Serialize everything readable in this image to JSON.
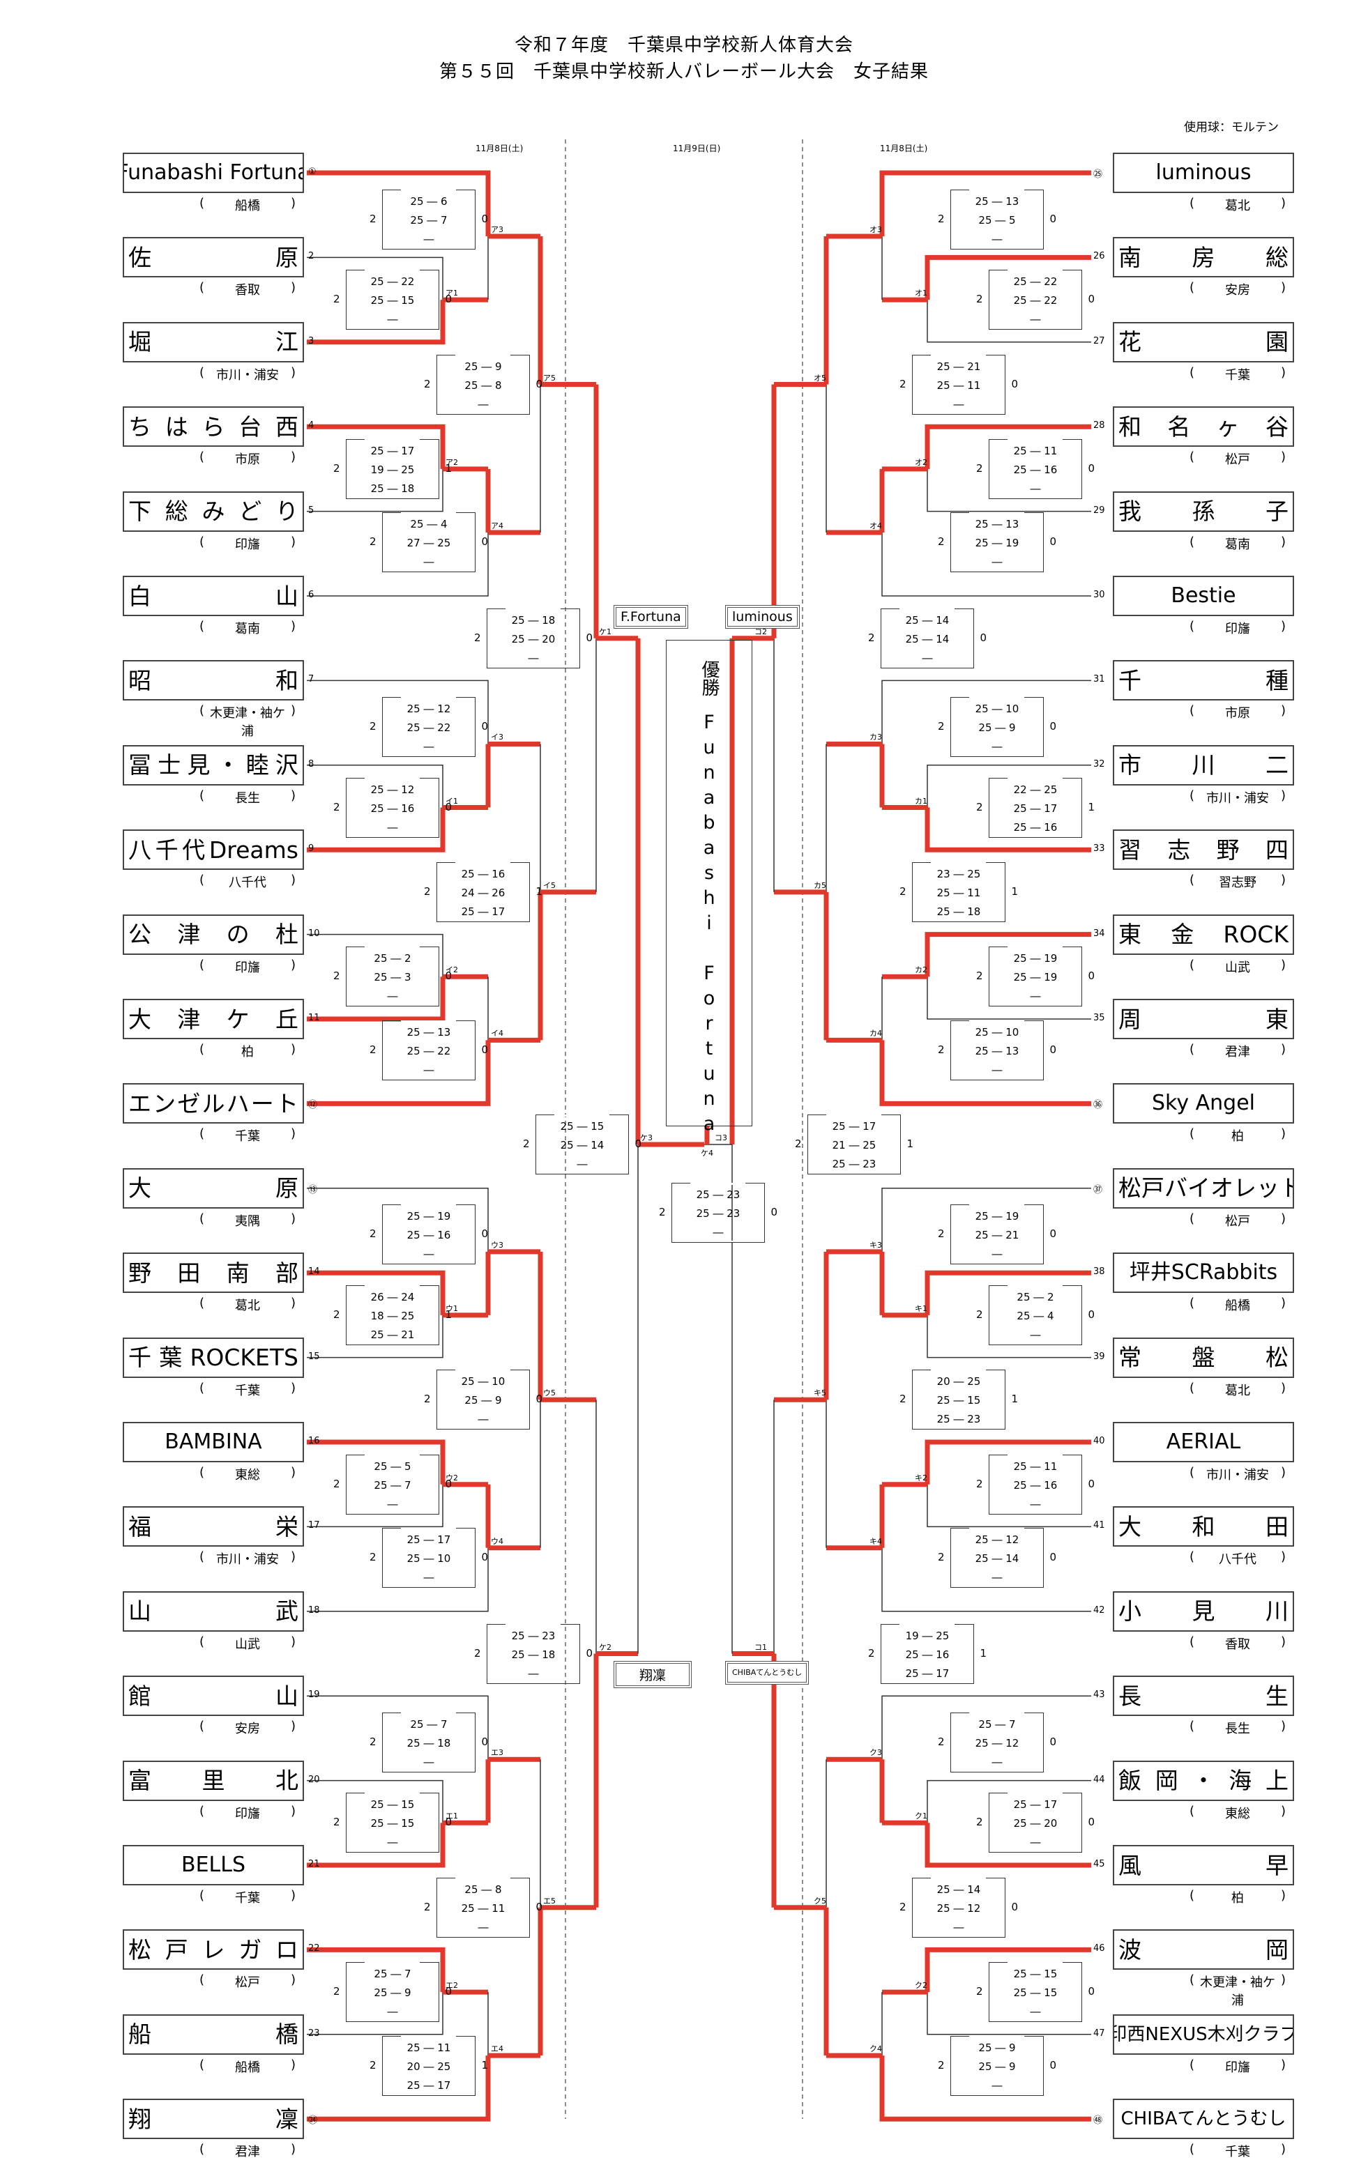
{
  "header": {
    "line1": "令和７年度　千葉県中学校新人体育大会",
    "line2": "第５５回　千葉県中学校新人バレーボール大会　女子結果",
    "ball": "使用球：モルテン",
    "dates": [
      "11月8日(土)",
      "11月9日(日)",
      "11月8日(土)"
    ]
  },
  "colors": {
    "winner_line": "#e0392b",
    "line": "#333333"
  },
  "teams": [
    {
      "seed": "①",
      "name": "Funabashi Fortuna",
      "region": "船橋",
      "style": "center"
    },
    {
      "seed": "2",
      "name": "佐原",
      "region": "香取"
    },
    {
      "seed": "3",
      "name": "堀江",
      "region": "市川・浦安"
    },
    {
      "seed": "4",
      "name": "ちはら台西",
      "region": "市原"
    },
    {
      "seed": "5",
      "name": "下総みどり",
      "region": "印旛"
    },
    {
      "seed": "6",
      "name": "白山",
      "region": "葛南"
    },
    {
      "seed": "7",
      "name": "昭和",
      "region": "木更津・袖ケ浦"
    },
    {
      "seed": "8",
      "name": "冨士見・睦沢",
      "region": "長生"
    },
    {
      "seed": "9",
      "name": "八千代Dreams",
      "region": "八千代"
    },
    {
      "seed": "10",
      "name": "公津の杜",
      "region": "印旛"
    },
    {
      "seed": "11",
      "name": "大津ケ丘",
      "region": "柏"
    },
    {
      "seed": "⑫",
      "name": "エンゼルハート",
      "region": "千葉"
    },
    {
      "seed": "⑬",
      "name": "大原",
      "region": "夷隅"
    },
    {
      "seed": "14",
      "name": "野田南部",
      "region": "葛北"
    },
    {
      "seed": "15",
      "name": "千葉ROCKETS",
      "region": "千葉"
    },
    {
      "seed": "16",
      "name": "BAMBINA",
      "region": "東総",
      "style": "center"
    },
    {
      "seed": "17",
      "name": "福栄",
      "region": "市川・浦安"
    },
    {
      "seed": "18",
      "name": "山武",
      "region": "山武"
    },
    {
      "seed": "19",
      "name": "館山",
      "region": "安房"
    },
    {
      "seed": "20",
      "name": "富里北",
      "region": "印旛"
    },
    {
      "seed": "21",
      "name": "BELLS",
      "region": "千葉",
      "style": "center"
    },
    {
      "seed": "22",
      "name": "松戸レガロ",
      "region": "松戸"
    },
    {
      "seed": "23",
      "name": "船橋",
      "region": "船橋"
    },
    {
      "seed": "㉔",
      "name": "翔凜",
      "region": "君津"
    },
    {
      "seed": "㉕",
      "name": "luminous",
      "region": "葛北",
      "style": "center"
    },
    {
      "seed": "26",
      "name": "南房総",
      "region": "安房"
    },
    {
      "seed": "27",
      "name": "花園",
      "region": "千葉"
    },
    {
      "seed": "28",
      "name": "和名ヶ谷",
      "region": "松戸"
    },
    {
      "seed": "29",
      "name": "我孫子",
      "region": "葛南"
    },
    {
      "seed": "30",
      "name": "Bestie",
      "region": "印旛",
      "style": "center"
    },
    {
      "seed": "31",
      "name": "千種",
      "region": "市原"
    },
    {
      "seed": "32",
      "name": "市川二",
      "region": "市川・浦安"
    },
    {
      "seed": "33",
      "name": "習志野四",
      "region": "習志野"
    },
    {
      "seed": "34",
      "name": "東金ROCK",
      "region": "山武"
    },
    {
      "seed": "35",
      "name": "周東",
      "region": "君津"
    },
    {
      "seed": "㊱",
      "name": "Sky Angel",
      "region": "柏",
      "style": "center"
    },
    {
      "seed": "㊲",
      "name": "松戸バイオレット",
      "region": "松戸"
    },
    {
      "seed": "38",
      "name": "坪井SCRabbits",
      "region": "船橋",
      "style": "center"
    },
    {
      "seed": "39",
      "name": "常盤松",
      "region": "葛北"
    },
    {
      "seed": "40",
      "name": "AERIAL",
      "region": "市川・浦安",
      "style": "center"
    },
    {
      "seed": "41",
      "name": "大和田",
      "region": "八千代"
    },
    {
      "seed": "42",
      "name": "小見川",
      "region": "香取"
    },
    {
      "seed": "43",
      "name": "長生",
      "region": "長生"
    },
    {
      "seed": "44",
      "name": "飯岡・海上",
      "region": "東総"
    },
    {
      "seed": "45",
      "name": "風早",
      "region": "柏"
    },
    {
      "seed": "46",
      "name": "波岡",
      "region": "木更津・袖ケ浦"
    },
    {
      "seed": "47",
      "name": "印西NEXUS木刈クラブ",
      "region": "印旛",
      "style": "small"
    },
    {
      "seed": "㊽",
      "name": "CHIBAてんとうむし",
      "region": "千葉",
      "style": "small"
    }
  ],
  "matches": [
    {
      "id": "ア1",
      "sets": [
        "25 ― 22",
        "25 ― 15",
        "―"
      ],
      "w": "2",
      "l": "0"
    },
    {
      "id": "ア2",
      "sets": [
        "25 ― 17",
        "19 ― 25",
        "25 ― 18"
      ],
      "w": "2",
      "l": "1"
    },
    {
      "id": "ア3",
      "sets": [
        "25 ― 6",
        "25 ― 7",
        "―"
      ],
      "w": "2",
      "l": "0"
    },
    {
      "id": "ア4",
      "sets": [
        "25 ― 4",
        "27 ― 25",
        "―"
      ],
      "w": "2",
      "l": "0"
    },
    {
      "id": "ア5",
      "sets": [
        "25 ― 9",
        "25 ― 8",
        "―"
      ],
      "w": "2",
      "l": "0"
    },
    {
      "id": "イ1",
      "sets": [
        "25 ― 12",
        "25 ― 16",
        "―"
      ],
      "w": "2",
      "l": "0"
    },
    {
      "id": "イ2",
      "sets": [
        "25 ― 2",
        "25 ― 3",
        "―"
      ],
      "w": "2",
      "l": "0"
    },
    {
      "id": "イ3",
      "sets": [
        "25 ― 12",
        "25 ― 22",
        "―"
      ],
      "w": "2",
      "l": "0"
    },
    {
      "id": "イ4",
      "sets": [
        "25 ― 13",
        "25 ― 22",
        "―"
      ],
      "w": "2",
      "l": "0"
    },
    {
      "id": "イ5",
      "sets": [
        "25 ― 16",
        "24 ― 26",
        "25 ― 17"
      ],
      "w": "2",
      "l": "1"
    },
    {
      "id": "ウ1",
      "sets": [
        "26 ― 24",
        "18 ― 25",
        "25 ― 21"
      ],
      "w": "2",
      "l": "1"
    },
    {
      "id": "ウ2",
      "sets": [
        "25 ― 5",
        "25 ― 7",
        "―"
      ],
      "w": "2",
      "l": "0"
    },
    {
      "id": "ウ3",
      "sets": [
        "25 ― 19",
        "25 ― 16",
        "―"
      ],
      "w": "2",
      "l": "0"
    },
    {
      "id": "ウ4",
      "sets": [
        "25 ― 17",
        "25 ― 10",
        "―"
      ],
      "w": "2",
      "l": "0"
    },
    {
      "id": "ウ5",
      "sets": [
        "25 ― 10",
        "25 ― 9",
        "―"
      ],
      "w": "2",
      "l": "0"
    },
    {
      "id": "エ1",
      "sets": [
        "25 ― 15",
        "25 ― 15",
        "―"
      ],
      "w": "2",
      "l": "0"
    },
    {
      "id": "エ2",
      "sets": [
        "25 ― 7",
        "25 ― 9",
        "―"
      ],
      "w": "2",
      "l": "0"
    },
    {
      "id": "エ3",
      "sets": [
        "25 ― 7",
        "25 ― 18",
        "―"
      ],
      "w": "2",
      "l": "0"
    },
    {
      "id": "エ4",
      "sets": [
        "25 ― 11",
        "20 ― 25",
        "25 ― 17"
      ],
      "w": "2",
      "l": "1"
    },
    {
      "id": "エ5",
      "sets": [
        "25 ― 8",
        "25 ― 11",
        "―"
      ],
      "w": "2",
      "l": "0"
    },
    {
      "id": "ケ1",
      "sets": [
        "25 ― 18",
        "25 ― 20",
        "―"
      ],
      "w": "2",
      "l": "0"
    },
    {
      "id": "ケ2",
      "sets": [
        "25 ― 23",
        "25 ― 18",
        "―"
      ],
      "w": "2",
      "l": "0"
    },
    {
      "id": "ケ3",
      "sets": [
        "25 ― 15",
        "25 ― 14",
        "―"
      ],
      "w": "2",
      "l": "0"
    },
    {
      "id": "ケ4",
      "sets": [
        "25 ― 23",
        "25 ― 23",
        "―"
      ],
      "w": "2",
      "l": "0"
    },
    {
      "id": "オ1",
      "sets": [
        "25 ― 22",
        "25 ― 22",
        "―"
      ],
      "w": "2",
      "l": "0"
    },
    {
      "id": "オ2",
      "sets": [
        "25 ― 11",
        "25 ― 16",
        "―"
      ],
      "w": "2",
      "l": "0"
    },
    {
      "id": "オ3",
      "sets": [
        "25 ― 13",
        "25 ― 5",
        "―"
      ],
      "w": "2",
      "l": "0"
    },
    {
      "id": "オ4",
      "sets": [
        "25 ― 13",
        "25 ― 19",
        "―"
      ],
      "w": "2",
      "l": "0"
    },
    {
      "id": "オ5",
      "sets": [
        "25 ― 21",
        "25 ― 11",
        "―"
      ],
      "w": "2",
      "l": "0"
    },
    {
      "id": "カ1",
      "sets": [
        "22 ― 25",
        "25 ― 17",
        "25 ― 16"
      ],
      "w": "2",
      "l": "1"
    },
    {
      "id": "カ2",
      "sets": [
        "25 ― 19",
        "25 ― 19",
        "―"
      ],
      "w": "2",
      "l": "0"
    },
    {
      "id": "カ3",
      "sets": [
        "25 ― 10",
        "25 ― 9",
        "―"
      ],
      "w": "2",
      "l": "0"
    },
    {
      "id": "カ4",
      "sets": [
        "25 ― 10",
        "25 ― 13",
        "―"
      ],
      "w": "2",
      "l": "0"
    },
    {
      "id": "カ5",
      "sets": [
        "23 ― 25",
        "25 ― 11",
        "25 ― 18"
      ],
      "w": "2",
      "l": "1"
    },
    {
      "id": "キ1",
      "sets": [
        "25 ― 2",
        "25 ― 4",
        "―"
      ],
      "w": "2",
      "l": "0"
    },
    {
      "id": "キ2",
      "sets": [
        "25 ― 11",
        "25 ― 16",
        "―"
      ],
      "w": "2",
      "l": "0"
    },
    {
      "id": "キ3",
      "sets": [
        "25 ― 19",
        "25 ― 21",
        "―"
      ],
      "w": "2",
      "l": "0"
    },
    {
      "id": "キ4",
      "sets": [
        "25 ― 12",
        "25 ― 14",
        "―"
      ],
      "w": "2",
      "l": "0"
    },
    {
      "id": "キ5",
      "sets": [
        "20 ― 25",
        "25 ― 15",
        "25 ― 23"
      ],
      "w": "2",
      "l": "1"
    },
    {
      "id": "ク1",
      "sets": [
        "25 ― 17",
        "25 ― 20",
        "―"
      ],
      "w": "2",
      "l": "0"
    },
    {
      "id": "ク2",
      "sets": [
        "25 ― 15",
        "25 ― 15",
        "―"
      ],
      "w": "2",
      "l": "0"
    },
    {
      "id": "ク3",
      "sets": [
        "25 ― 7",
        "25 ― 12",
        "―"
      ],
      "w": "2",
      "l": "0"
    },
    {
      "id": "ク4",
      "sets": [
        "25 ― 9",
        "25 ― 9",
        "―"
      ],
      "w": "2",
      "l": "0"
    },
    {
      "id": "ク5",
      "sets": [
        "25 ― 14",
        "25 ― 12",
        "―"
      ],
      "w": "2",
      "l": "0"
    },
    {
      "id": "コ1",
      "sets": [
        "19 ― 25",
        "25 ― 16",
        "25 ― 17"
      ],
      "w": "2",
      "l": "1"
    },
    {
      "id": "コ2",
      "sets": [
        "25 ― 14",
        "25 ― 14",
        "―"
      ],
      "w": "2",
      "l": "0"
    },
    {
      "id": "コ3",
      "sets": [
        "25 ― 17",
        "21 ― 25",
        "25 ― 23"
      ],
      "w": "2",
      "l": "1"
    }
  ],
  "finalists": {
    "ke1": "F.Fortuna",
    "ko2": "luminous",
    "ke2": "翔凜",
    "ko1": "CHIBAてんとうむし"
  },
  "champion": {
    "label": "優勝",
    "name": "Funabashi Fortuna"
  }
}
